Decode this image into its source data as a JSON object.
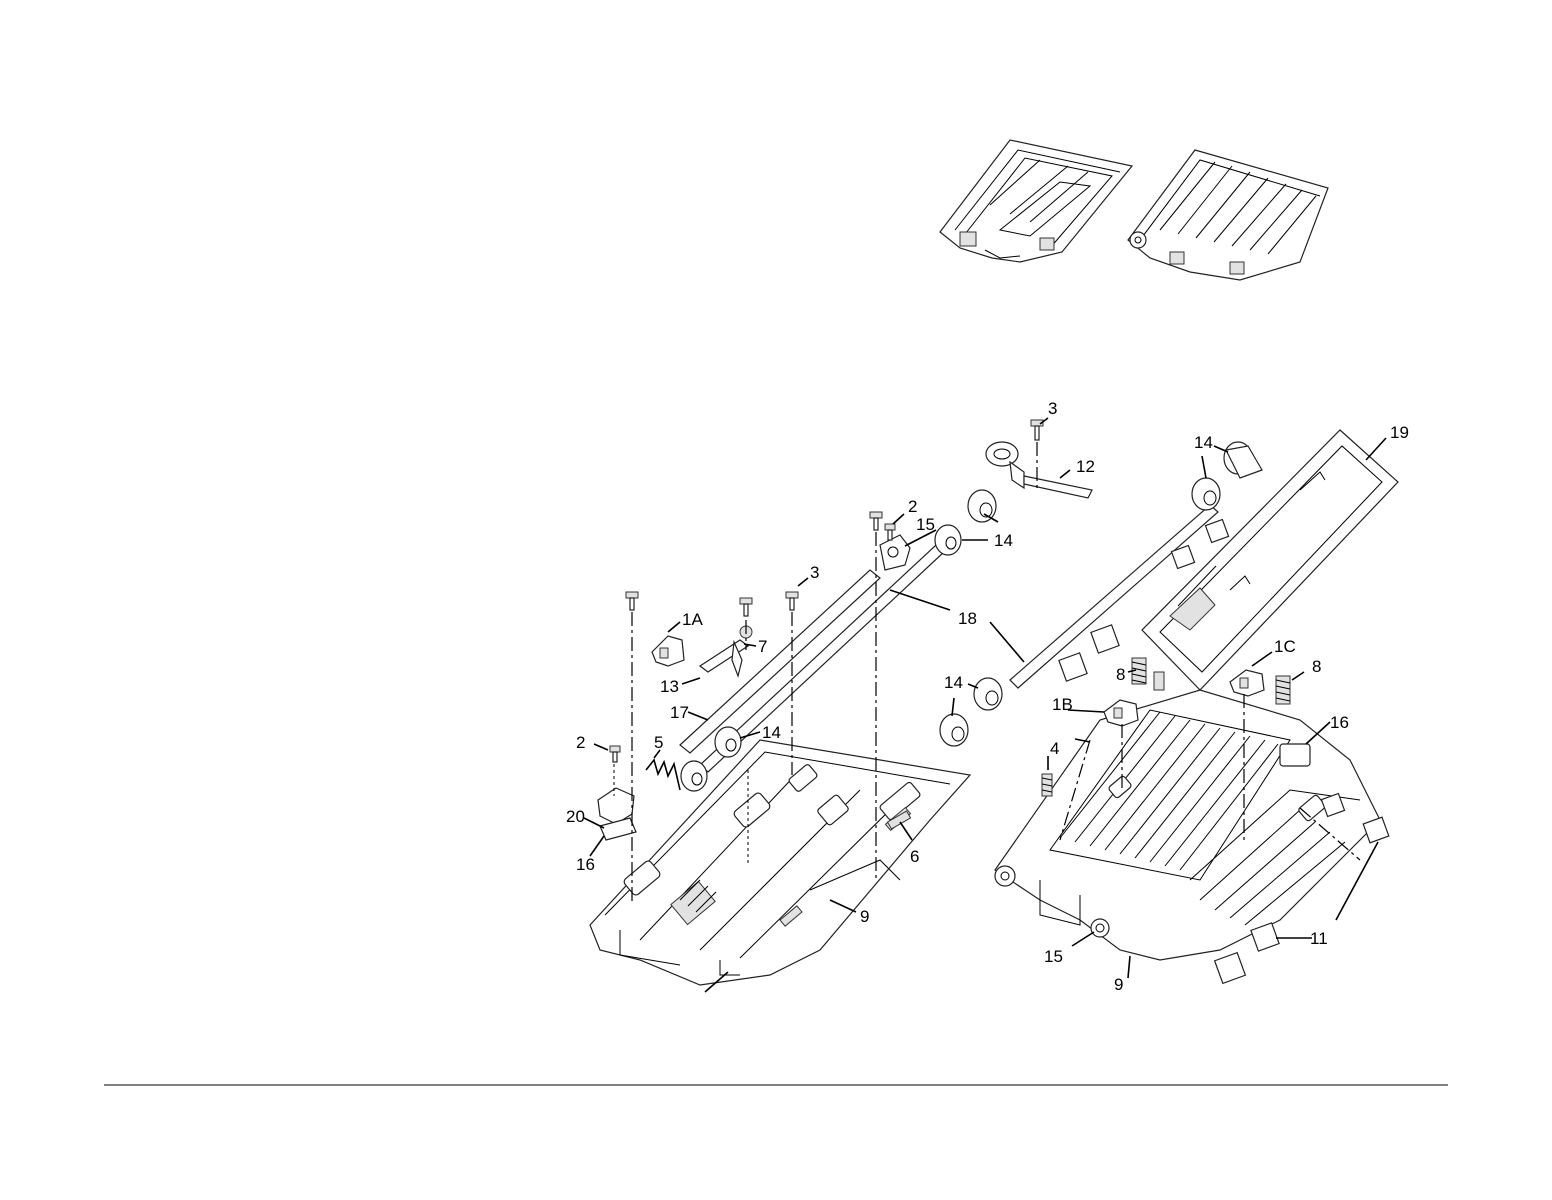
{
  "callouts": [
    {
      "id": "c-3-top",
      "text": "3"
    },
    {
      "id": "c-12",
      "text": "12"
    },
    {
      "id": "c-14-a",
      "text": "14"
    },
    {
      "id": "c-19",
      "text": "19"
    },
    {
      "id": "c-2-a",
      "text": "2"
    },
    {
      "id": "c-15-a",
      "text": "15"
    },
    {
      "id": "c-14-b",
      "text": "14"
    },
    {
      "id": "c-3-mid",
      "text": "3"
    },
    {
      "id": "c-18",
      "text": "18"
    },
    {
      "id": "c-1A",
      "text": "1A"
    },
    {
      "id": "c-7",
      "text": "7"
    },
    {
      "id": "c-13",
      "text": "13"
    },
    {
      "id": "c-1C",
      "text": "1C"
    },
    {
      "id": "c-8-a",
      "text": "8"
    },
    {
      "id": "c-8-b",
      "text": "8"
    },
    {
      "id": "c-14-c",
      "text": "14"
    },
    {
      "id": "c-1B",
      "text": "1B"
    },
    {
      "id": "c-17",
      "text": "17"
    },
    {
      "id": "c-14-d",
      "text": "14"
    },
    {
      "id": "c-16-a",
      "text": "16"
    },
    {
      "id": "c-2-b",
      "text": "2"
    },
    {
      "id": "c-5",
      "text": "5"
    },
    {
      "id": "c-4",
      "text": "4"
    },
    {
      "id": "c-20",
      "text": "20"
    },
    {
      "id": "c-6",
      "text": "6"
    },
    {
      "id": "c-16-b",
      "text": "16"
    },
    {
      "id": "c-9-a",
      "text": "9"
    },
    {
      "id": "c-11",
      "text": "11"
    },
    {
      "id": "c-15-b",
      "text": "15"
    },
    {
      "id": "c-9-b",
      "text": "9"
    }
  ]
}
